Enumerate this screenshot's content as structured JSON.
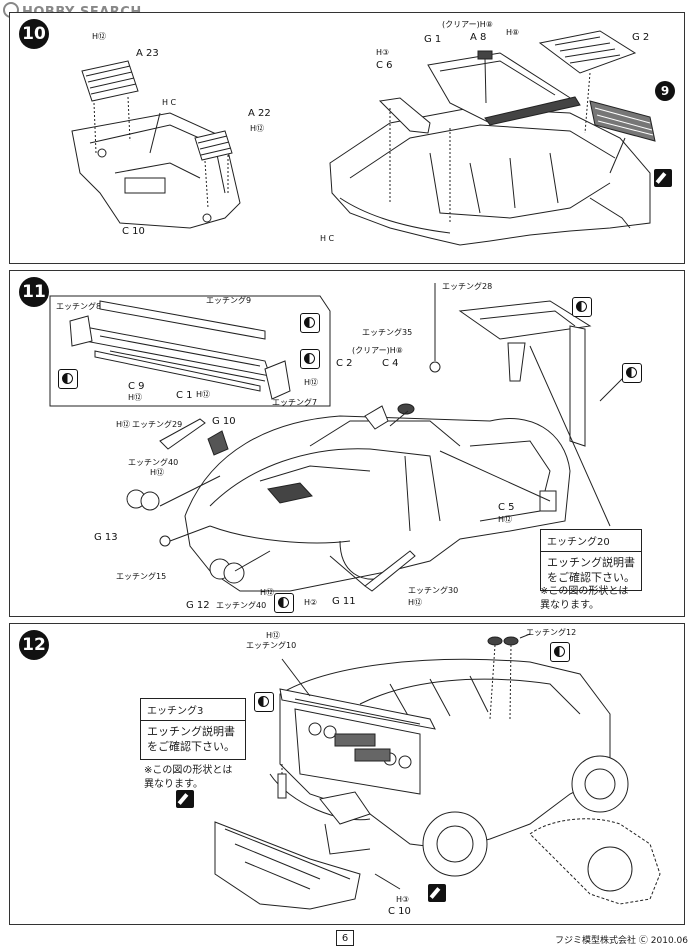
{
  "watermark": "HOBBY SEARCH",
  "page_number": "6",
  "copyright": "フジミ模型株式会社 Ⓒ 2010.06",
  "step10": {
    "number": "10",
    "labels": {
      "h12_a": "H⑫",
      "a23": "A 23",
      "hc_a": "H C",
      "a22": "A 22",
      "h12_b": "H⑫",
      "c10": "C 10",
      "h8_clear": "(クリアー)H⑧",
      "g1": "G 1",
      "a8": "A 8",
      "h8_b": "H⑧",
      "g2": "G 2",
      "h3": "H③",
      "c6": "C 6",
      "hc_b": "H C",
      "note9": "9"
    }
  },
  "step11": {
    "number": "11",
    "labels": {
      "etch8": "エッチング8",
      "etch9": "エッチング9",
      "c9": "C 9",
      "h12_c9": "H⑫",
      "c1": "C 1",
      "h12_c1": "H⑫",
      "h12_r": "H⑫",
      "etch7": "エッチング7",
      "etch28": "エッチング28",
      "etch35": "エッチング35",
      "h8_clear": "(クリアー)H⑧",
      "c2": "C 2",
      "c4": "C 4",
      "h12_g": "H⑫",
      "etch29": "エッチング29",
      "g10": "G 10",
      "etch40_a": "エッチング40",
      "h12_40": "H⑫",
      "g13": "G 13",
      "etch15": "エッチング15",
      "c5": "C 5",
      "h12_c5": "H⑫",
      "g12": "G 12",
      "h12_40b": "H⑫",
      "etch40_b": "エッチング40",
      "h2": "H②",
      "g11": "G 11",
      "etch30": "エッチング30",
      "h12_30": "H⑫"
    },
    "note_box": {
      "header": "エッチング20",
      "body": "エッチング説明書\nをご確認下さい。"
    },
    "note_shape": "※この図の形状とは\n異なります。"
  },
  "step12": {
    "number": "12",
    "labels": {
      "h12_top": "H⑫",
      "etch10": "エッチング10",
      "etch12": "エッチング12",
      "h3": "H③",
      "c10": "C 10"
    },
    "note_box": {
      "header": "エッチング3",
      "body": "エッチング説明書\nをご確認下さい。"
    },
    "note_shape": "※この図の形状とは\n異なります。"
  }
}
